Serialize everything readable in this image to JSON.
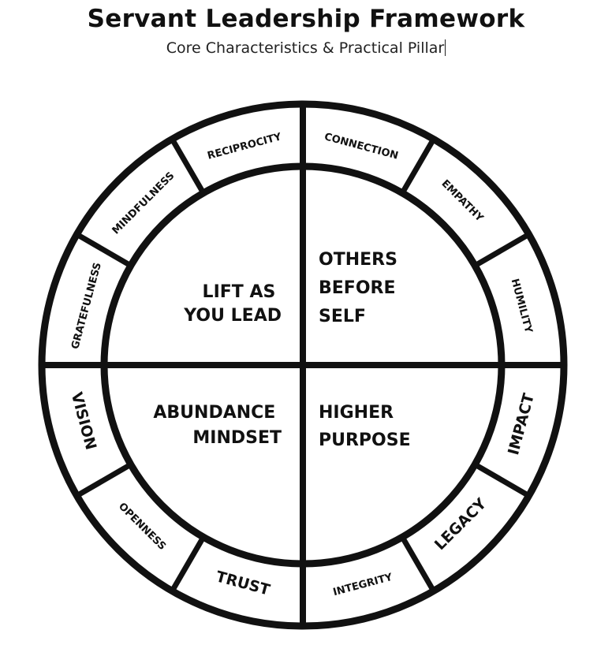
{
  "header": {
    "title": "Servant Leadership Framework",
    "subtitle": "Core Characteristics & Practical Pillar"
  },
  "colors": {
    "ink": "#111111",
    "background": "#ffffff"
  },
  "pillars": [
    {
      "key": "top_left",
      "lines": [
        "LIFT AS",
        "YOU LEAD"
      ]
    },
    {
      "key": "top_right",
      "lines": [
        "OTHERS",
        "BEFORE",
        "SELF"
      ]
    },
    {
      "key": "bottom_left",
      "lines": [
        "ABUNDANCE",
        "MINDSET"
      ]
    },
    {
      "key": "bottom_right",
      "lines": [
        "HIGHER",
        "PURPOSE"
      ]
    }
  ],
  "characteristics": [
    "RECIPROCITY",
    "CONNECTION",
    "EMPATHY",
    "HUMILITY",
    "IMPACT",
    "LEGACY",
    "INTEGRITY",
    "TRUST",
    "OPENNESS",
    "VISION",
    "GRATEFULNESS",
    "MINDFULNESS"
  ]
}
